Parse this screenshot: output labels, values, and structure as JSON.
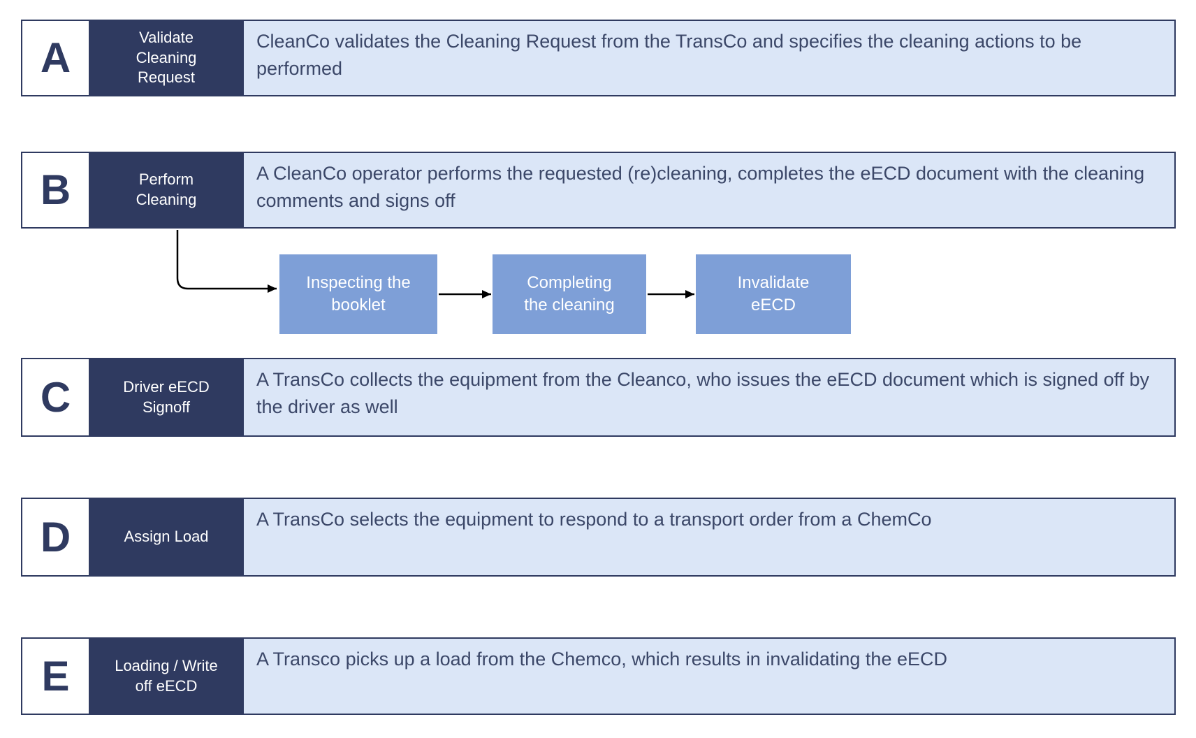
{
  "rows": [
    {
      "letter": "A",
      "title": "Validate Cleaning Request",
      "description": "CleanCo validates the Cleaning Request from the TransCo and specifies the cleaning actions to be performed"
    },
    {
      "letter": "B",
      "title": "Perform Cleaning",
      "description": "A CleanCo operator performs the requested (re)cleaning, completes the eECD document with the cleaning comments and signs off"
    },
    {
      "letter": "C",
      "title": "Driver eECD Signoff",
      "description": "A TransCo collects the equipment from the Cleanco, who issues the eECD document which is signed off by the driver as well"
    },
    {
      "letter": "D",
      "title": "Assign Load",
      "description": "A TransCo selects the equipment to respond to a transport order from a ChemCo"
    },
    {
      "letter": "E",
      "title": "Loading / Write off eECD",
      "description": "A Transco picks up a load from the Chemco, which results in invalidating the eECD"
    }
  ],
  "subflow": {
    "steps": [
      "Inspecting the booklet",
      "Completing the cleaning",
      "Invalidate eECD"
    ]
  },
  "colors": {
    "dark_navy": "#2f3a60",
    "row_fill": "#dbe6f7",
    "step_fill": "#7e9fd7",
    "description_text": "#3b4768",
    "arrow": "#000000"
  }
}
